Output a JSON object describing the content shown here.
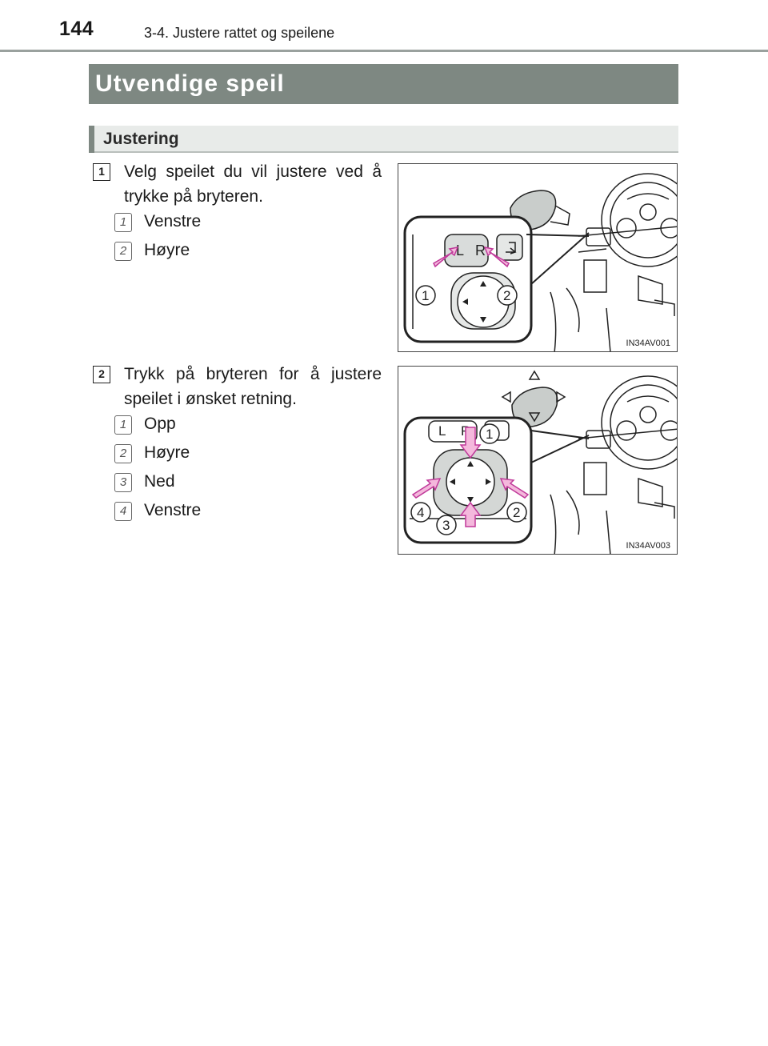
{
  "header": {
    "page_number": "144",
    "chapter": "3-4. Justere rattet og speilene"
  },
  "section_title": "Utvendige speil",
  "subheading": "Justering",
  "steps": [
    {
      "number": "1",
      "text": "Velg speilet du vil justere ved å trykke på bryteren.",
      "items": [
        {
          "number": "1",
          "label": "Venstre"
        },
        {
          "number": "2",
          "label": "Høyre"
        }
      ],
      "figure": {
        "code": "IN34AV001",
        "switch_letters": [
          "L",
          "R"
        ],
        "callouts": [
          "1",
          "2"
        ]
      }
    },
    {
      "number": "2",
      "text": "Trykk på bryteren for å justere speilet i ønsket retning.",
      "items": [
        {
          "number": "1",
          "label": "Opp"
        },
        {
          "number": "2",
          "label": "Høyre"
        },
        {
          "number": "3",
          "label": "Ned"
        },
        {
          "number": "4",
          "label": "Venstre"
        }
      ],
      "figure": {
        "code": "IN34AV003",
        "switch_letters": [
          "L",
          "R"
        ],
        "callouts": [
          "1",
          "2",
          "3",
          "4"
        ]
      }
    }
  ],
  "colors": {
    "title_bar": "#7e8882",
    "arrow_fill": "#f4b8dc",
    "arrow_stroke": "#c0399a"
  }
}
